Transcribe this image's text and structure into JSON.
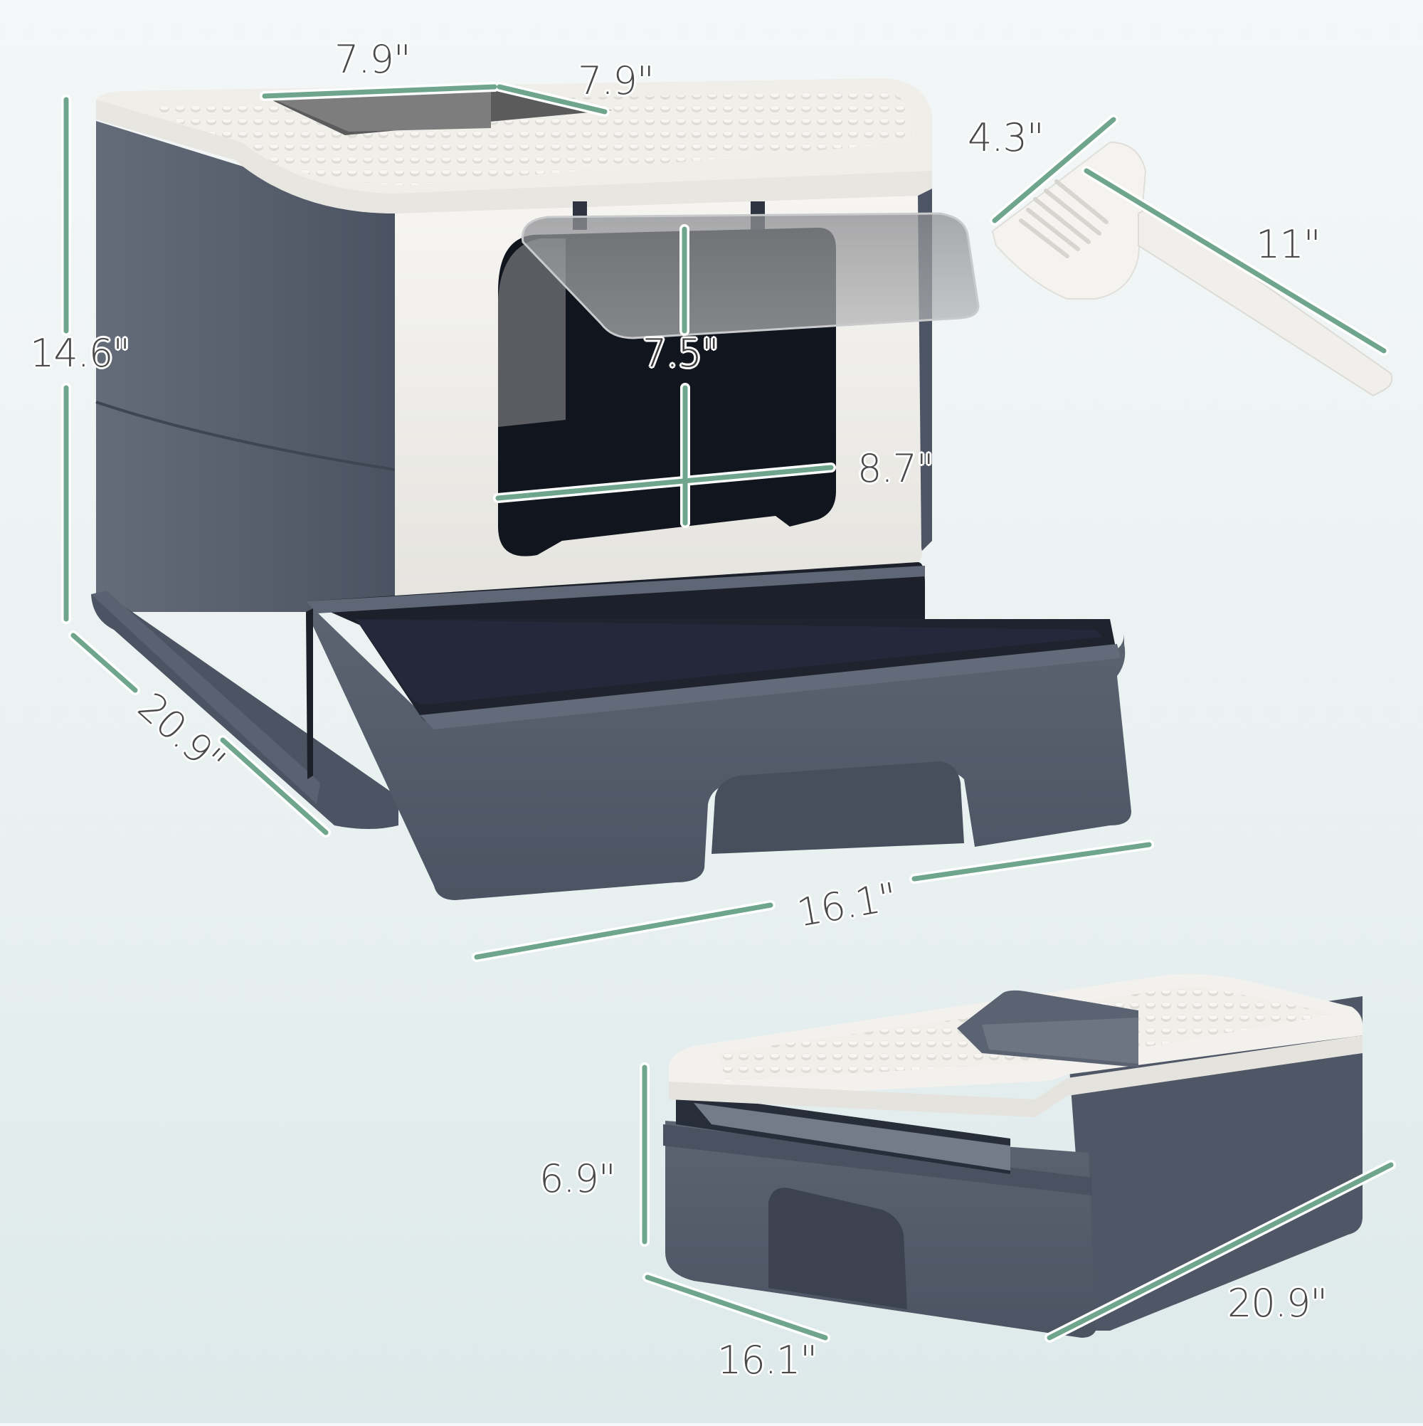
{
  "diagram": {
    "subject": "Enclosed cat litter box with pull-out drawer, flip door, top-entry grate and scoop",
    "colors": {
      "background_top": "#f4f7f8",
      "background_bottom": "#dde9ea",
      "body_gray": "#58606e",
      "body_dark": "#4a5160",
      "interior_dark": "#1a1f29",
      "lid_white": "#f2f1ed",
      "grate_dot": "#dcdbd6",
      "dimension_line": "#6fa58d",
      "label_text": "#4a4a4a"
    },
    "main_view": {
      "dimensions": {
        "top_opening_width": "7.9\"",
        "top_opening_depth": "7.9\"",
        "total_height": "14.6\"",
        "door_height": "7.5\"",
        "door_width": "8.7\"",
        "depth": "20.9\"",
        "width": "16.1\""
      }
    },
    "scoop_view": {
      "dimensions": {
        "scoop_width": "4.3\"",
        "scoop_length": "11\""
      }
    },
    "folded_view": {
      "dimensions": {
        "height": "6.9\"",
        "width": "16.1\"",
        "depth": "20.9\""
      }
    }
  }
}
